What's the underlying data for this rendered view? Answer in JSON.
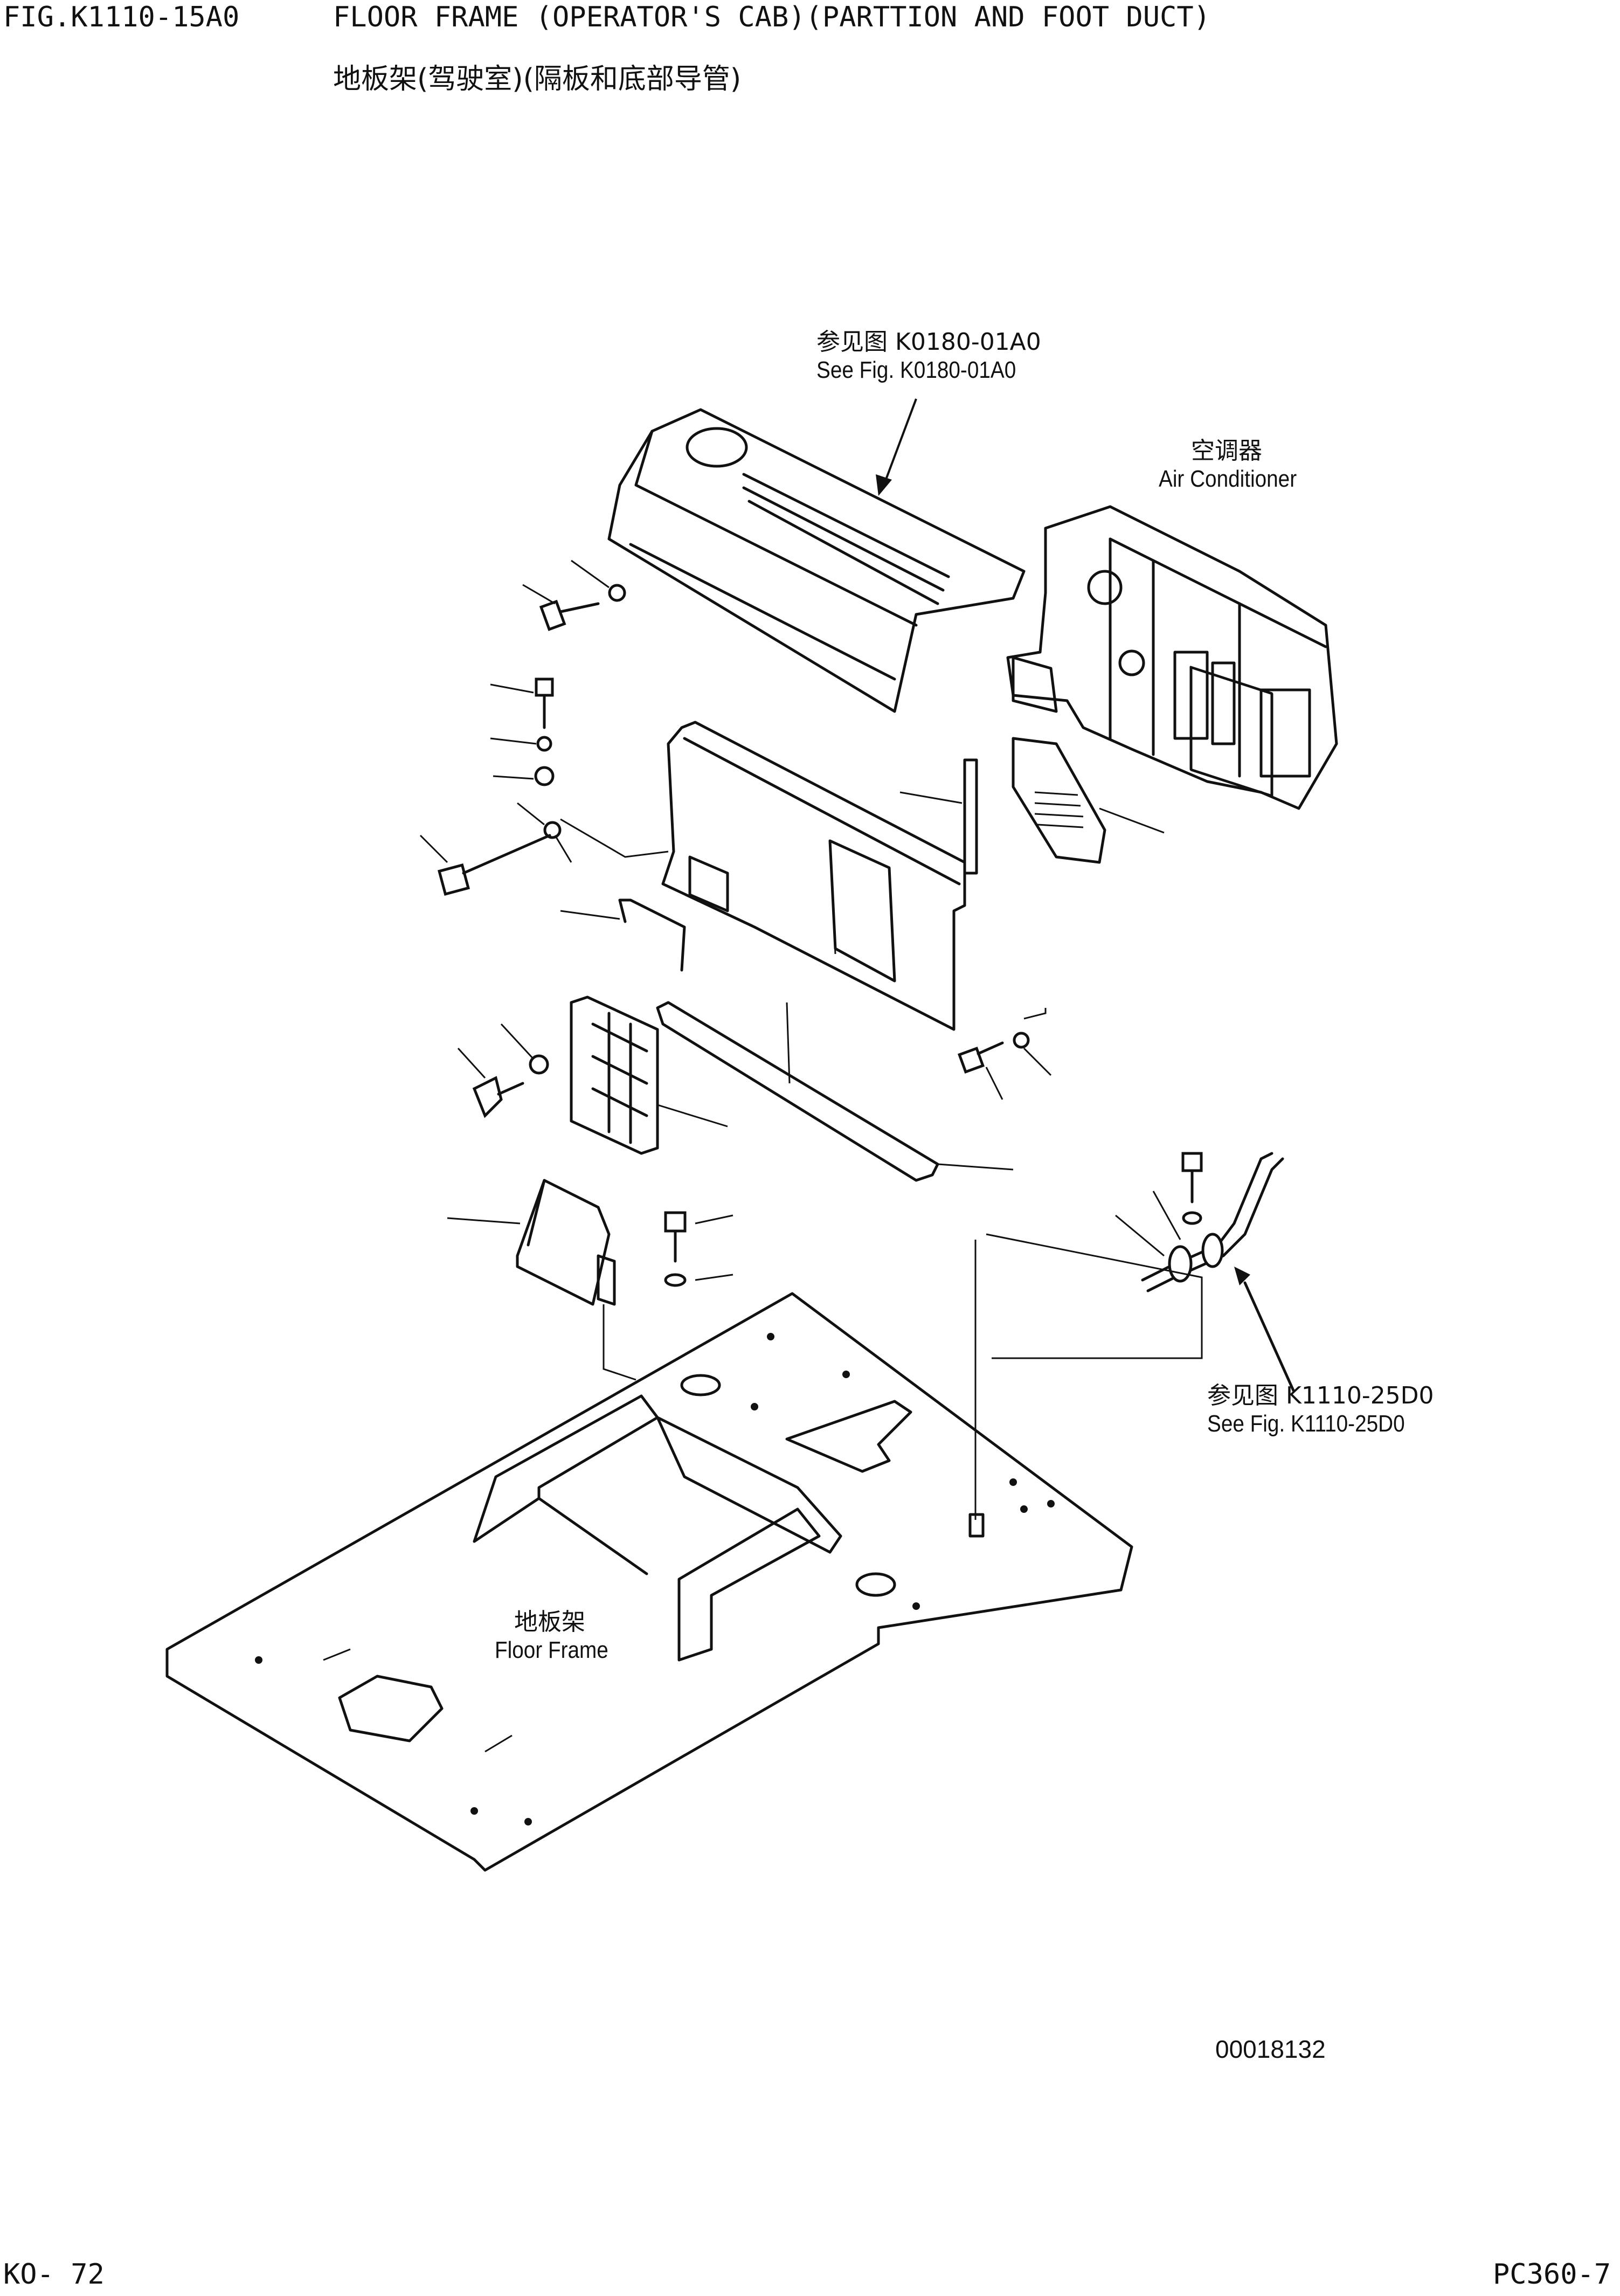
{
  "header": {
    "fig_no": "FIG.K1110-15A0",
    "title_en": "FLOOR FRAME (OPERATOR'S CAB)(PARTTION AND FOOT DUCT)",
    "title_cn": "地板架(驾驶室)(隔板和底部导管)"
  },
  "callouts": {
    "top_ref_cn": "参见图 K0180-01A0",
    "top_ref_en": "See Fig. K0180-01A0",
    "ac_cn": "空调器",
    "ac_en": "Air Conditioner",
    "side_ref_cn": "参见图 K1110-25D0",
    "side_ref_en": "See Fig. K1110-25D0",
    "floor_cn": "地板架",
    "floor_en": "Floor Frame"
  },
  "drawing_number": "00018132",
  "footer": {
    "page": "KO- 72",
    "model": "PC360-7"
  }
}
